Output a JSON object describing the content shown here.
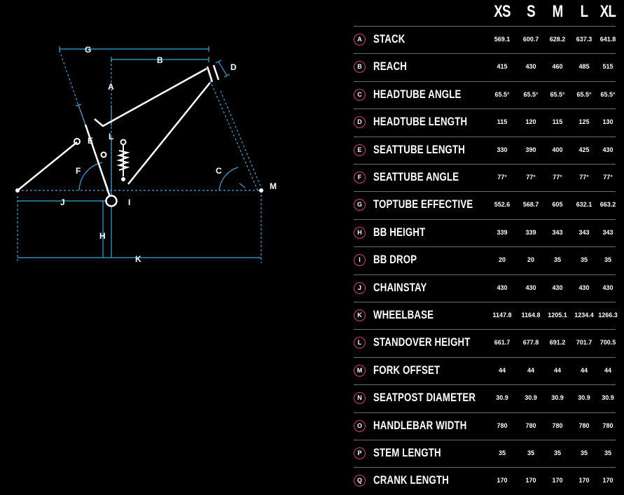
{
  "sizes": [
    "XS",
    "S",
    "M",
    "L",
    "XL"
  ],
  "rows": [
    {
      "letter": "A",
      "label": "STACK",
      "values": [
        "569.1",
        "600.7",
        "628.2",
        "637.3",
        "641.8"
      ]
    },
    {
      "letter": "B",
      "label": "REACH",
      "values": [
        "415",
        "430",
        "460",
        "485",
        "515"
      ]
    },
    {
      "letter": "C",
      "label": "HEADTUBE ANGLE",
      "values": [
        "65.5°",
        "65.5°",
        "65.5°",
        "65.5°",
        "65.5°"
      ]
    },
    {
      "letter": "D",
      "label": "HEADTUBE LENGTH",
      "values": [
        "115",
        "120",
        "115",
        "125",
        "130"
      ]
    },
    {
      "letter": "E",
      "label": "SEATTUBE LENGTH",
      "values": [
        "330",
        "390",
        "400",
        "425",
        "430"
      ]
    },
    {
      "letter": "F",
      "label": "SEATTUBE ANGLE",
      "values": [
        "77°",
        "77°",
        "77°",
        "77°",
        "77°"
      ]
    },
    {
      "letter": "G",
      "label": "TOPTUBE EFFECTIVE",
      "values": [
        "552.6",
        "568.7",
        "605",
        "632.1",
        "663.2"
      ]
    },
    {
      "letter": "H",
      "label": "BB HEIGHT",
      "values": [
        "339",
        "339",
        "343",
        "343",
        "343"
      ]
    },
    {
      "letter": "I",
      "label": "BB DROP",
      "values": [
        "20",
        "20",
        "35",
        "35",
        "35"
      ]
    },
    {
      "letter": "J",
      "label": "CHAINSTAY",
      "values": [
        "430",
        "430",
        "430",
        "430",
        "430"
      ]
    },
    {
      "letter": "K",
      "label": "WHEELBASE",
      "values": [
        "1147.8",
        "1164.8",
        "1205.1",
        "1234.4",
        "1266.3"
      ]
    },
    {
      "letter": "L",
      "label": "STANDOVER HEIGHT",
      "values": [
        "661.7",
        "677.8",
        "691.2",
        "701.7",
        "700.5"
      ]
    },
    {
      "letter": "M",
      "label": "FORK OFFSET",
      "values": [
        "44",
        "44",
        "44",
        "44",
        "44"
      ]
    },
    {
      "letter": "N",
      "label": "SEATPOST DIAMETER",
      "values": [
        "30.9",
        "30.9",
        "30.9",
        "30.9",
        "30.9"
      ]
    },
    {
      "letter": "O",
      "label": "HANDLEBAR WIDTH",
      "values": [
        "780",
        "780",
        "780",
        "780",
        "780"
      ]
    },
    {
      "letter": "P",
      "label": "STEM LENGTH",
      "values": [
        "35",
        "35",
        "35",
        "35",
        "35"
      ]
    },
    {
      "letter": "Q",
      "label": "CRANK LENGTH",
      "values": [
        "170",
        "170",
        "170",
        "170",
        "170"
      ]
    }
  ],
  "diagram_labels": {
    "A": "A",
    "B": "B",
    "C": "C",
    "D": "D",
    "E": "E",
    "F": "F",
    "G": "G",
    "H": "H",
    "I": "I",
    "J": "J",
    "K": "K",
    "L": "L",
    "M": "M"
  },
  "colors": {
    "background": "#000000",
    "frame": "#ffffff",
    "dimension": "#3aa6e0",
    "badge_ring": "#d4398b",
    "divider": "#6c6c6c"
  }
}
